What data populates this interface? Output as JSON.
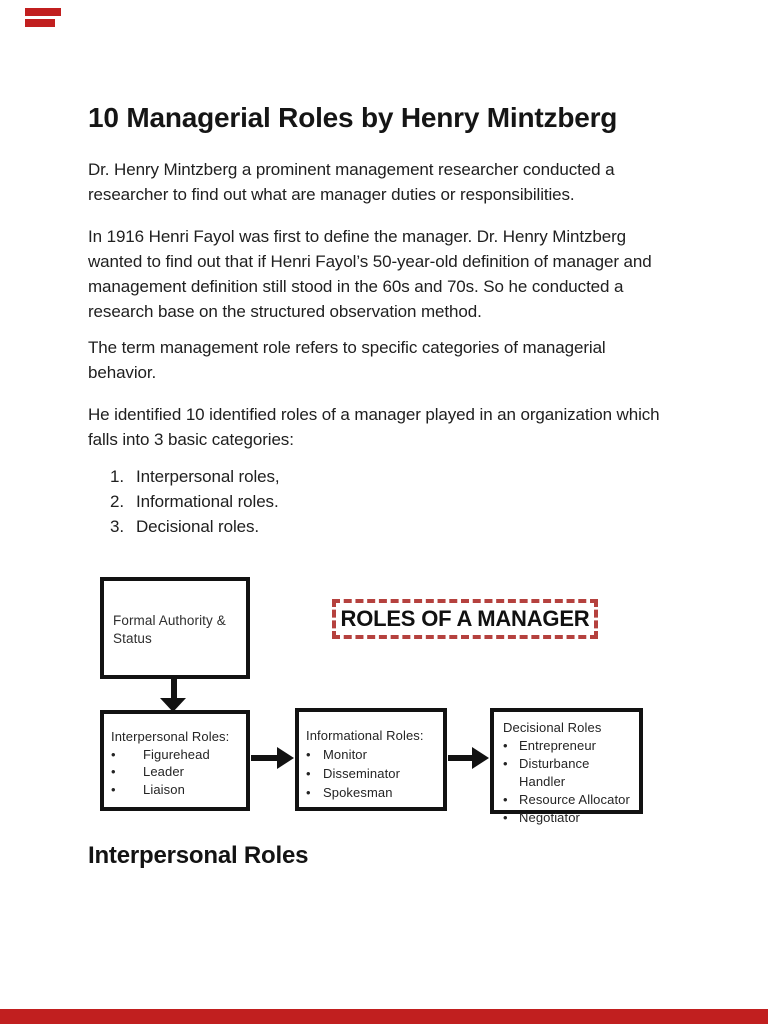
{
  "page": {
    "title": "10 Managerial Roles by Henry Mintzberg",
    "paragraphs": [
      {
        "lines": [
          "Dr. Henry Mintzberg a prominent management researcher conducted a",
          "researcher to find out what are manager duties or responsibilities."
        ]
      },
      {
        "lines": [
          "In 1916 Henri Fayol was first to define the manager. Dr. Henry Mintzberg",
          "wanted to find out that if Henri Fayol’s 50-year-old definition of manager and",
          "management definition still stood in the 60s and 70s. So he conducted a",
          "research base on the structured observation method."
        ]
      },
      {
        "lines": [
          "The term management role refers to specific categories of managerial",
          "behavior."
        ]
      },
      {
        "lines": [
          "He identified 10 identified roles of a manager played in an organization which",
          "falls into 3 basic categories:"
        ]
      }
    ],
    "list": [
      {
        "num": "1.",
        "label": "Interpersonal roles,"
      },
      {
        "num": "2.",
        "label": "Informational roles."
      },
      {
        "num": "3.",
        "label": "Decisional roles."
      }
    ],
    "section_heading": "Interpersonal Roles"
  },
  "diagram": {
    "formal_box": {
      "lines": [
        "Formal Authority &",
        "Status"
      ]
    },
    "banner": {
      "label": "ROLES OF A MANAGER"
    },
    "bullet_glyph": "•",
    "boxes": [
      {
        "title": "Interpersonal Roles:",
        "items": [
          "Figurehead",
          "Leader",
          "Liaison"
        ]
      },
      {
        "title": "Informational Roles:",
        "items": [
          "Monitor",
          "Disseminator",
          "Spokesman"
        ]
      },
      {
        "title": "Decisional Roles",
        "items": [
          "Entrepreneur",
          "Disturbance Handler",
          "Resource Allocator",
          "Negotiator"
        ]
      }
    ]
  },
  "colors": {
    "separator_red": "#c11f1f",
    "dashed_border_red": "#b5413e",
    "box_border_black": "#121212",
    "ink": "#202020"
  }
}
